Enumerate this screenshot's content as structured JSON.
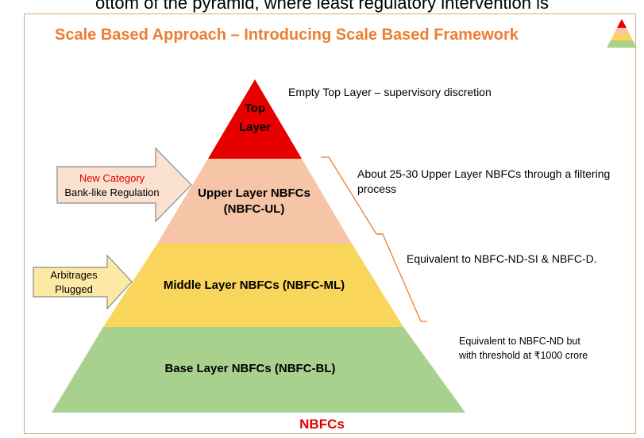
{
  "caption_fragment": "ottom of the pyramid, where least regulatory intervention is",
  "title": "Scale Based Approach – Introducing Scale Based Framework",
  "colors": {
    "title": "#ed7d31",
    "top_layer": "#e60000",
    "upper_layer": "#f6c4a6",
    "middle_layer": "#fad55c",
    "base_layer": "#a9d18e",
    "footer": "#e00000"
  },
  "layers": {
    "top": [
      "Top",
      "Layer"
    ],
    "upper": [
      "Upper Layer NBFCs",
      "(NBFC-UL)"
    ],
    "middle": "Middle Layer NBFCs (NBFC-ML)",
    "base": "Base Layer NBFCs (NBFC-BL)"
  },
  "notes": {
    "top": "Empty Top Layer – supervisory discretion",
    "upper": [
      "About 25-30 Upper Layer NBFCs through a filtering",
      "process"
    ],
    "middle": "Equivalent to NBFC-ND-SI & NBFC-D.",
    "base": [
      "Equivalent to NBFC-ND but",
      "with threshold at ₹1000 crore"
    ]
  },
  "arrows": {
    "new_category": "New Category",
    "bank_like": "Bank-like Regulation",
    "arbitrages": [
      "Arbitrages",
      "Plugged"
    ]
  },
  "footer": "NBFCs"
}
